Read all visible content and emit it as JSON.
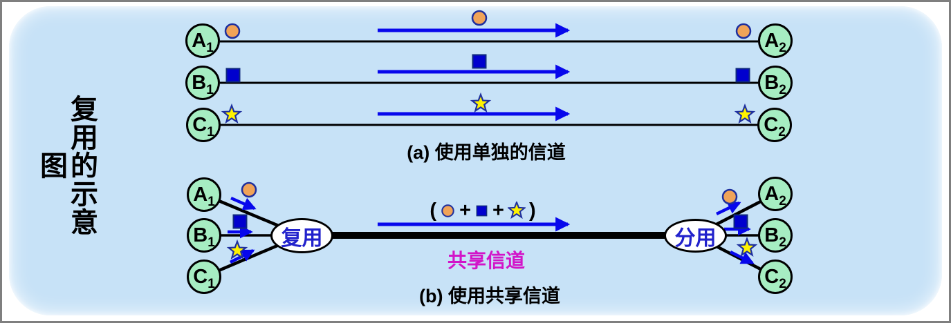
{
  "title": "复用的示意图",
  "section_a": {
    "caption": "(a) 使用单独的信道",
    "channels": [
      {
        "left_main": "A",
        "left_sub": "1",
        "right_main": "A",
        "right_sub": "2",
        "symbol": "circle-symbol"
      },
      {
        "left_main": "B",
        "left_sub": "1",
        "right_main": "B",
        "right_sub": "2",
        "symbol": "square-symbol"
      },
      {
        "left_main": "C",
        "left_sub": "1",
        "right_main": "C",
        "right_sub": "2",
        "symbol": "star-symbol"
      }
    ]
  },
  "section_b": {
    "caption": "(b) 使用共享信道",
    "mux_label": "复用",
    "demux_label": "分用",
    "shared_channel_label": "共享信道",
    "combined_label": {
      "open": "(",
      "plus1": "+",
      "plus2": "+",
      "close": ")"
    },
    "channels": [
      {
        "left_main": "A",
        "left_sub": "1",
        "right_main": "A",
        "right_sub": "2",
        "symbol": "circle-symbol"
      },
      {
        "left_main": "B",
        "left_sub": "1",
        "right_main": "B",
        "right_sub": "2",
        "symbol": "square-symbol"
      },
      {
        "left_main": "C",
        "left_sub": "1",
        "right_main": "C",
        "right_sub": "2",
        "symbol": "star-symbol"
      }
    ]
  },
  "colors": {
    "panel_background": "#c7e2f7",
    "node_fill": "#a6edc2",
    "arrow_blue": "#0707ec",
    "square_blue": "#0000ce",
    "symbol_border_navy": "#1e2f9e",
    "circle_orange": "#f0a358",
    "star_yellow": "#fff200",
    "shared_label_magenta": "#d214c8",
    "oval_text_blue": "#2222cc",
    "channel_line_black": "#000000"
  }
}
